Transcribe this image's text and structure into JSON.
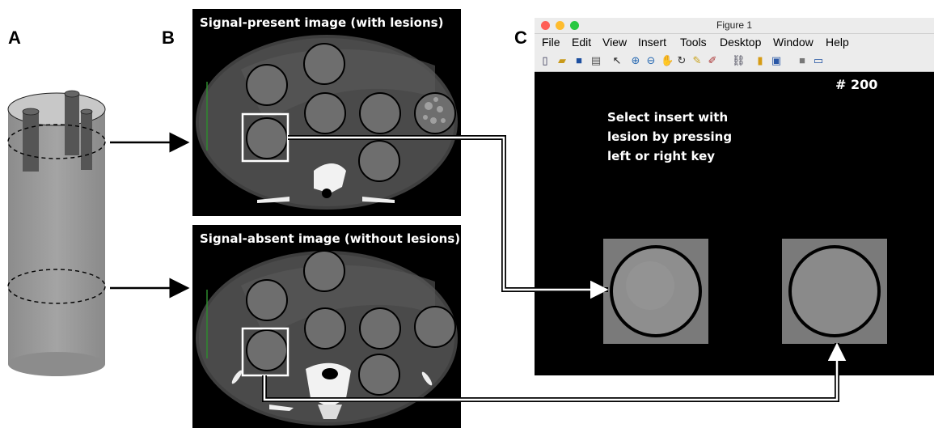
{
  "panels": {
    "a": "A",
    "b": "B",
    "c": "C"
  },
  "images": {
    "present_label": "Signal-present image (with lesions)",
    "absent_label": "Signal-absent image (without lesions)"
  },
  "figure_window": {
    "title": "Figure 1",
    "menu": [
      "File",
      "Edit",
      "View",
      "Insert",
      "Tools",
      "Desktop",
      "Window",
      "Help"
    ],
    "counter": "# 200",
    "instruction": "Select insert with lesion by pressing left or right key",
    "toolbar_icons": [
      "new-figure-icon",
      "open-file-icon",
      "save-icon",
      "print-icon",
      "pointer-icon",
      "zoom-in-icon",
      "zoom-out-icon",
      "pan-icon",
      "rotate-icon",
      "data-cursor-icon",
      "brush-icon",
      "link-icon",
      "colorbar-icon",
      "legend-icon",
      "hide-plot-tools-icon",
      "show-plot-tools-icon"
    ]
  },
  "colors": {
    "window_chrome": "#ececec",
    "close": "#fe5f57",
    "minimize": "#febc2e",
    "zoom": "#28c840"
  }
}
